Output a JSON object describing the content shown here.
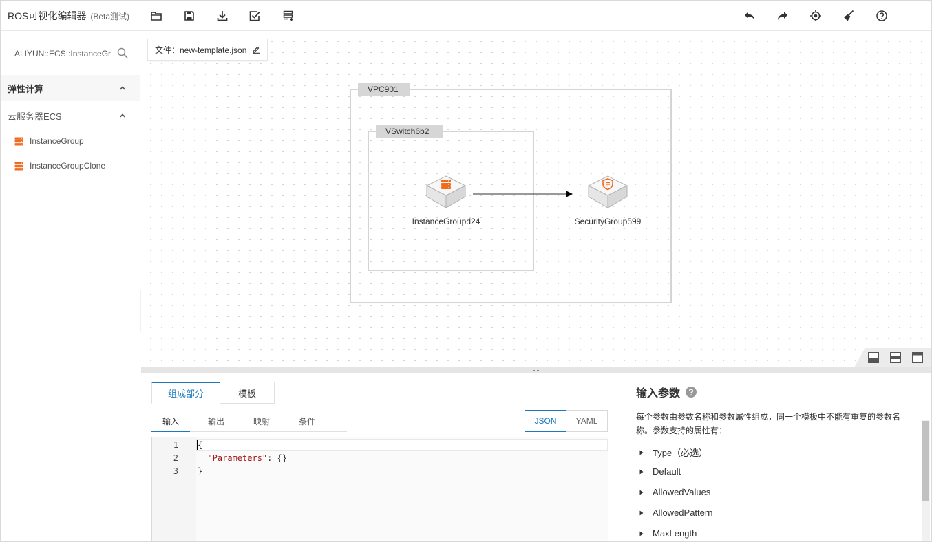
{
  "app": {
    "title": "ROS可视化编辑器",
    "beta": "(Beta测试)"
  },
  "toolbar": {
    "left_icons": [
      "folder-icon",
      "save-icon",
      "download-icon",
      "validate-icon",
      "add-template-icon"
    ],
    "right_icons": [
      "undo-icon",
      "redo-icon",
      "locate-icon",
      "clean-icon",
      "help-icon"
    ]
  },
  "sidebar": {
    "search": {
      "value": "ALIYUN::ECS::InstanceGro",
      "placeholder": ""
    },
    "category": "弹性计算",
    "subcategory": "云服务器ECS",
    "items": [
      {
        "label": "InstanceGroup"
      },
      {
        "label": "InstanceGroupClone"
      }
    ]
  },
  "canvas": {
    "file_label": "文件：new-template.json",
    "vpc_label": "VPC901",
    "vswitch_label": "VSwitch6b2",
    "node_instance": "InstanceGroupd24",
    "node_security": "SecurityGroup599"
  },
  "editor": {
    "tabs": [
      "组成部分",
      "模板"
    ],
    "subtabs": [
      "输入",
      "输出",
      "映射",
      "条件"
    ],
    "formats": [
      "JSON",
      "YAML"
    ],
    "code": {
      "line1": "{",
      "line2_key": "\"Parameters\"",
      "line2_rest": ": {}",
      "line3": "}",
      "line_numbers": [
        "1",
        "2",
        "3"
      ]
    }
  },
  "help": {
    "title": "输入参数",
    "description": "每个参数由参数名称和参数属性组成，同一个模板中不能有重复的参数名称。参数支持的属性有：",
    "properties": [
      "Type（必选）",
      "Default",
      "AllowedValues",
      "AllowedPattern",
      "MaxLength"
    ]
  },
  "colors": {
    "accent": "#1c79ba",
    "resource_orange": "#f26b1d"
  }
}
